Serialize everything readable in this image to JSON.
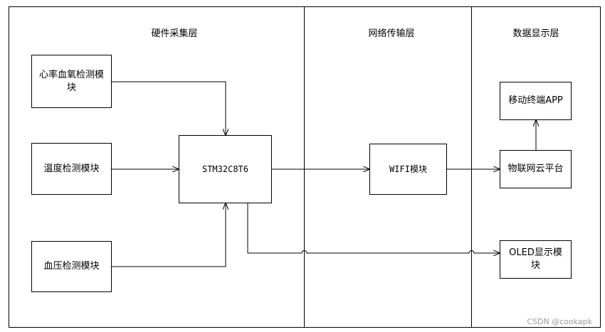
{
  "lanes": {
    "hardware": "硬件采集层",
    "network": "网络传输层",
    "display": "数据显示层"
  },
  "blocks": {
    "heart_rate_spo2": "心率血氧检测模块",
    "temperature": "温度检测模块",
    "blood_pressure": "血压检测模块",
    "mcu": "STM32C8T6",
    "wifi": "WIFI模块",
    "iot_cloud": "物联网云平台",
    "mobile_app": "移动终端APP",
    "oled": "OLED显示模块"
  },
  "watermark": "CSDN @cookapk"
}
